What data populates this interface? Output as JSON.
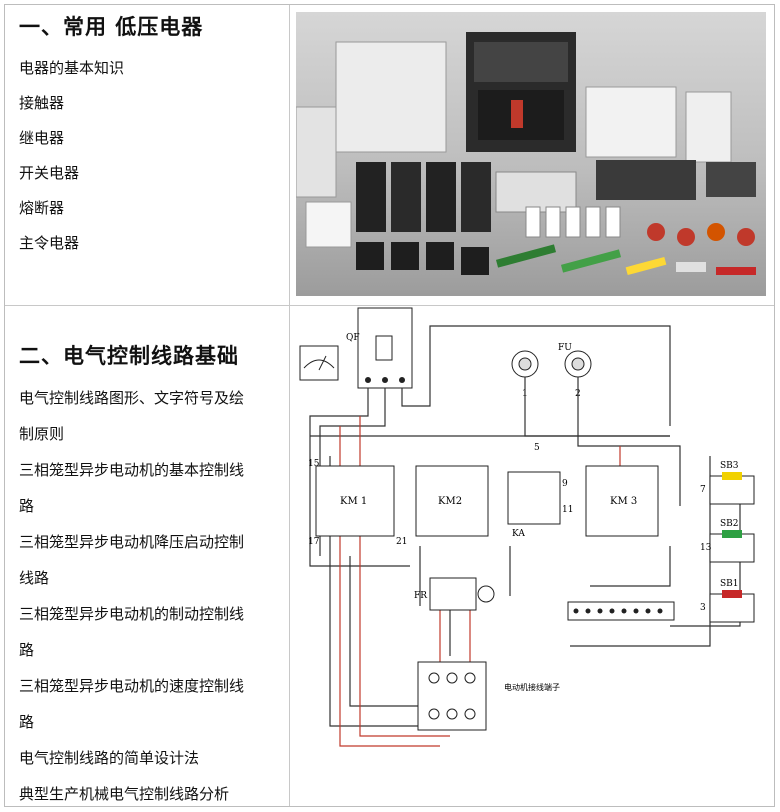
{
  "section1": {
    "title": "一、常用 低压电器",
    "items": [
      "电器的基本知识",
      "接触器",
      "继电器",
      "开关电器",
      "熔断器",
      "主令电器"
    ]
  },
  "section2": {
    "title": "二、电气控制线路基础",
    "items": [
      "电气控制线路图形、文字符号及绘",
      "制原则",
      "三相笼型异步电动机的基本控制线",
      "路",
      "三相笼型异步电动机降压启动控制",
      "线路",
      "三相笼型异步电动机的制动控制线",
      "路",
      "三相笼型异步电动机的速度控制线",
      "路",
      "电气控制线路的简单设计法",
      "典型生产机械电气控制线路分析"
    ]
  },
  "diagram": {
    "labels": {
      "qf": "QF",
      "fu": "FU",
      "km1": "KM 1",
      "km2": "KM2",
      "km3": "KM 3",
      "ka": "KA",
      "fr": "FR",
      "sb1": "SB1",
      "sb2": "SB2",
      "sb3": "SB3",
      "motor": "电动机接线端子",
      "n1": "1",
      "n2": "2",
      "n15": "15",
      "n17": "17",
      "n21": "21",
      "n3": "3",
      "n5": "5",
      "n7": "7",
      "n9": "9",
      "n11": "11",
      "n13": "13"
    }
  }
}
